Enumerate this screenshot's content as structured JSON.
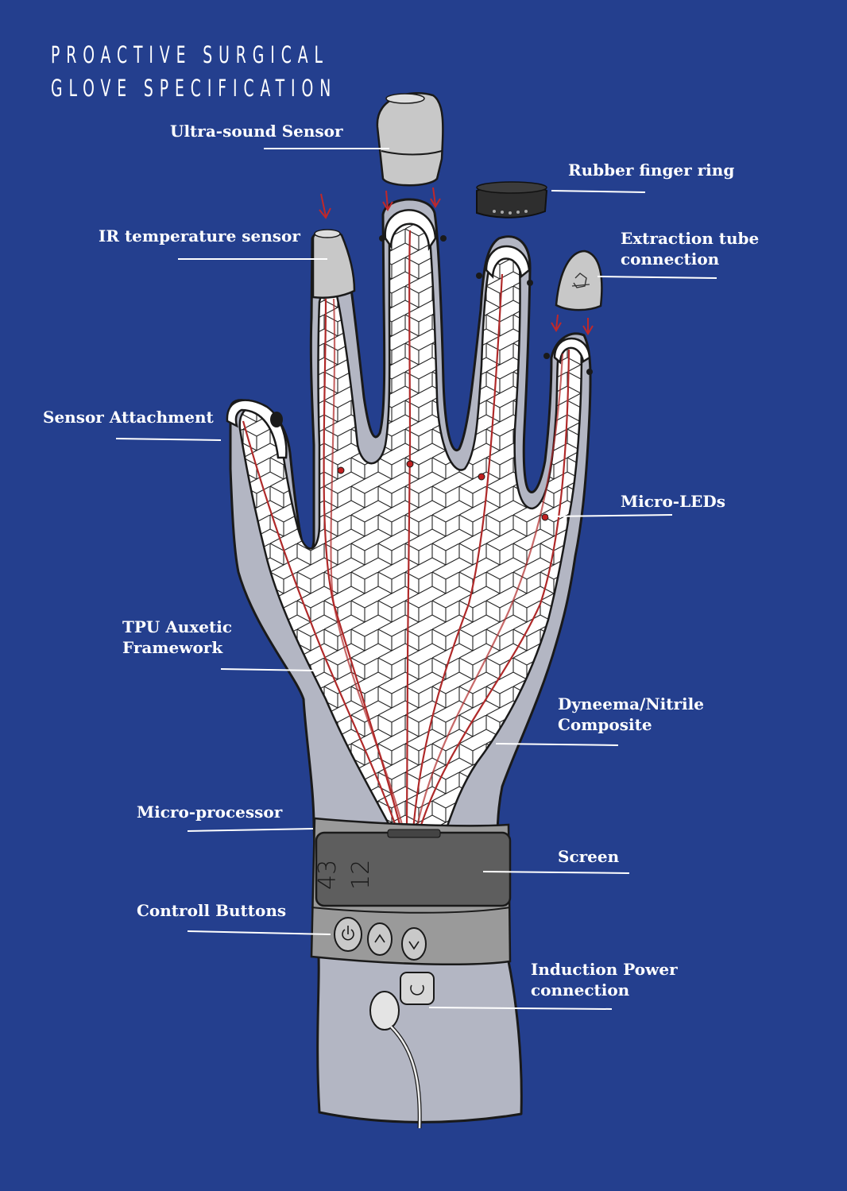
{
  "title": {
    "line1": "PROACTIVE SURGICAL",
    "line2": "GLOVE SPECIFICATION"
  },
  "labels": {
    "ultrasound_sensor": "Ultra-sound Sensor",
    "rubber_finger_ring": "Rubber finger ring",
    "ir_temperature_sensor": "IR temperature sensor",
    "extraction_tube_line1": "Extraction tube",
    "extraction_tube_line2": "connection",
    "sensor_attachment": "Sensor Attachment",
    "micro_leds": "Micro-LEDs",
    "tpu_auxetic_line1": "TPU Auxetic",
    "tpu_auxetic_line2": "Framework",
    "dyneema_line1": "Dyneema/Nitrile",
    "dyneema_line2": "Composite",
    "microprocessor": "Micro-processor",
    "screen": "Screen",
    "control_buttons": "Controll Buttons",
    "induction_line1": "Induction Power",
    "induction_line2": "connection"
  },
  "screen_readout": {
    "line1": "43",
    "line2": "12"
  },
  "colors": {
    "background": "#243f8e",
    "glove": "#b3b6c3",
    "outline": "#1a1a1a",
    "auxetic": "#ffffff",
    "wire": "#b02a2a",
    "sensor": "#c8c8c8",
    "band": "#9a9a9a",
    "screen": "#5e5e5e",
    "ring": "#2e2e2e",
    "label": "#ffffff"
  },
  "icons": {
    "power_button": "power-icon",
    "up_button": "chevron-up-icon",
    "down_button": "chevron-down-icon",
    "induction_port": "induction-coil-icon"
  }
}
